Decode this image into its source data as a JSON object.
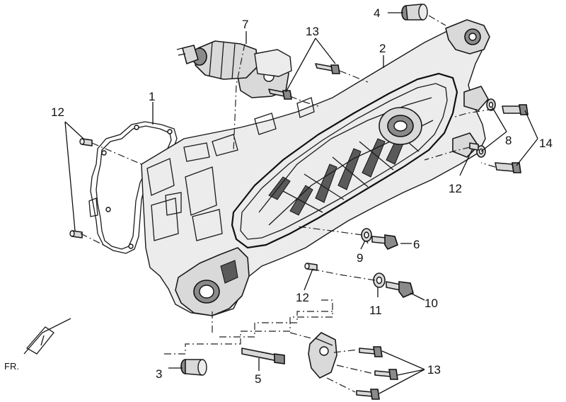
{
  "callouts": {
    "c1": "1",
    "c2": "2",
    "c3": "3",
    "c4": "4",
    "c5": "5",
    "c6": "6",
    "c7": "7",
    "c8": "8",
    "c9": "9",
    "c10": "10",
    "c11": "11",
    "c12a": "12",
    "c12b": "12",
    "c12c": "12",
    "c13a": "13",
    "c13b": "13",
    "c14": "14"
  },
  "orientation": {
    "label": "FR."
  }
}
